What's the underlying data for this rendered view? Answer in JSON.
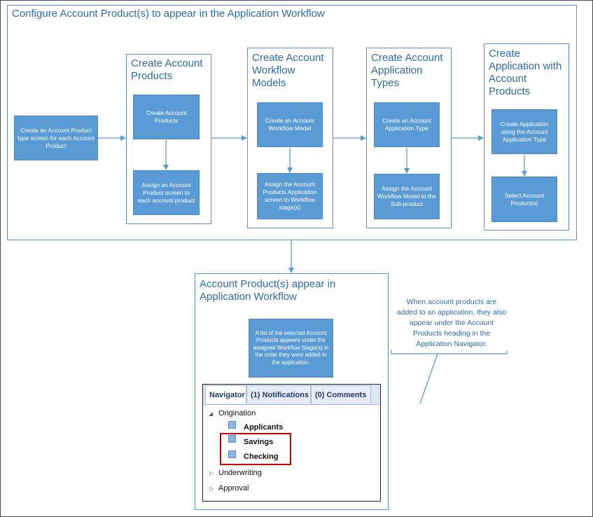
{
  "outer": {
    "title": "Configure Account Product(s) to appear in the Application Workflow",
    "source": "Create an Account Product type screen for each Account Product",
    "stages": [
      {
        "title": "Create Account Products",
        "steps": [
          "Create Account Products",
          "Assign an Account Product screen to each account product"
        ]
      },
      {
        "title": "Create Account Workflow Models",
        "steps": [
          "Create an Account Workflow Model",
          "Assign the Account Products Application screen to Workflow stage(s)"
        ]
      },
      {
        "title": "Create Account Application Types",
        "steps": [
          "Create an Account Application Type",
          "Assign the Account Workflow Model to the Sub-product"
        ]
      },
      {
        "title": "Create Application with Account Products",
        "steps": [
          "Create Application using the Account Application Type",
          "Select Account Product(s)"
        ]
      }
    ]
  },
  "result": {
    "title": "Account Product(s) appear in Application Workflow",
    "description": "A list of the selected Account Products appears under the assigned Workflow Stage(s) in the order they were added to the application."
  },
  "navigator": {
    "tabs": [
      "Navigator",
      "(1) Notifications",
      "(0) Comments"
    ],
    "tree": {
      "origination": "Origination",
      "items": [
        "Applicants",
        "Savings",
        "Checking"
      ],
      "underwriting": "Underwriting",
      "approval": "Approval"
    }
  },
  "note": "When account products are added to an application, they also appear under the Account Products heading in the Application Navigator."
}
